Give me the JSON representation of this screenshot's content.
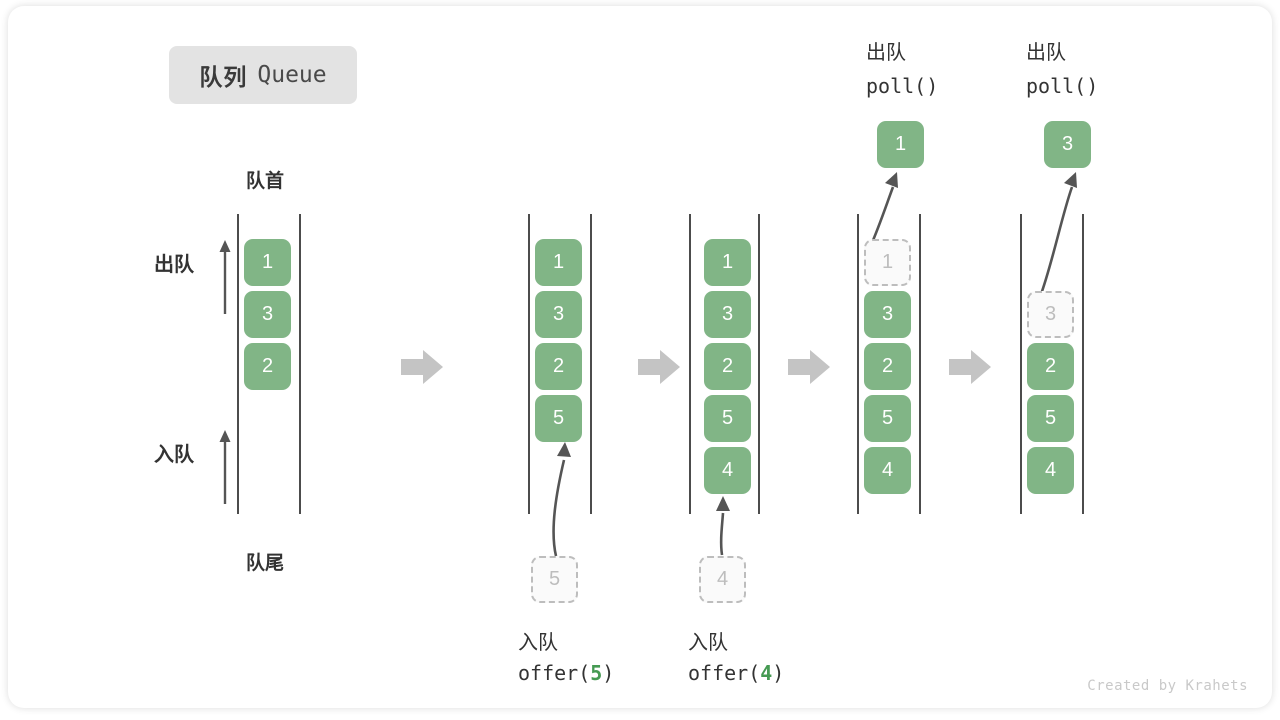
{
  "title": {
    "cn": "队列",
    "en": "Queue"
  },
  "labels": {
    "front": "队首",
    "rear": "队尾",
    "dequeue": "出队",
    "enqueue": "入队"
  },
  "colors": {
    "element_green": "#81b586",
    "ghost_gray": "#bdbdbd",
    "rail_dark": "#4c4c4c",
    "arrow_gray": "#c4c4c4",
    "badge_bg": "#e3e3e3",
    "accent_number_green": "#459a52"
  },
  "columns": [
    {
      "name": "initial-queue",
      "items": [
        "1",
        "3",
        "2"
      ],
      "ghost_slots": []
    },
    {
      "name": "after-offer-5",
      "items": [
        "1",
        "3",
        "2",
        "5"
      ],
      "ghost_slots": []
    },
    {
      "name": "after-offer-4",
      "items": [
        "1",
        "3",
        "2",
        "5",
        "4"
      ],
      "ghost_slots": []
    },
    {
      "name": "after-poll-1",
      "items": [
        "3",
        "2",
        "5",
        "4"
      ],
      "ghost_slots": [
        "1"
      ]
    },
    {
      "name": "after-poll-3",
      "items": [
        "2",
        "5",
        "4"
      ],
      "ghost_slots": [
        "3"
      ]
    }
  ],
  "operations": {
    "offer_5": {
      "cn": "入队",
      "call_prefix": "offer(",
      "call_value": "5",
      "call_suffix": ")",
      "incoming_value": "5"
    },
    "offer_4": {
      "cn": "入队",
      "call_prefix": "offer(",
      "call_value": "4",
      "call_suffix": ")",
      "incoming_value": "4"
    },
    "poll_1": {
      "cn": "出队",
      "call": "poll()",
      "popped_value": "1"
    },
    "poll_3": {
      "cn": "出队",
      "call": "poll()",
      "popped_value": "3"
    }
  },
  "credit": "Created by Krahets"
}
